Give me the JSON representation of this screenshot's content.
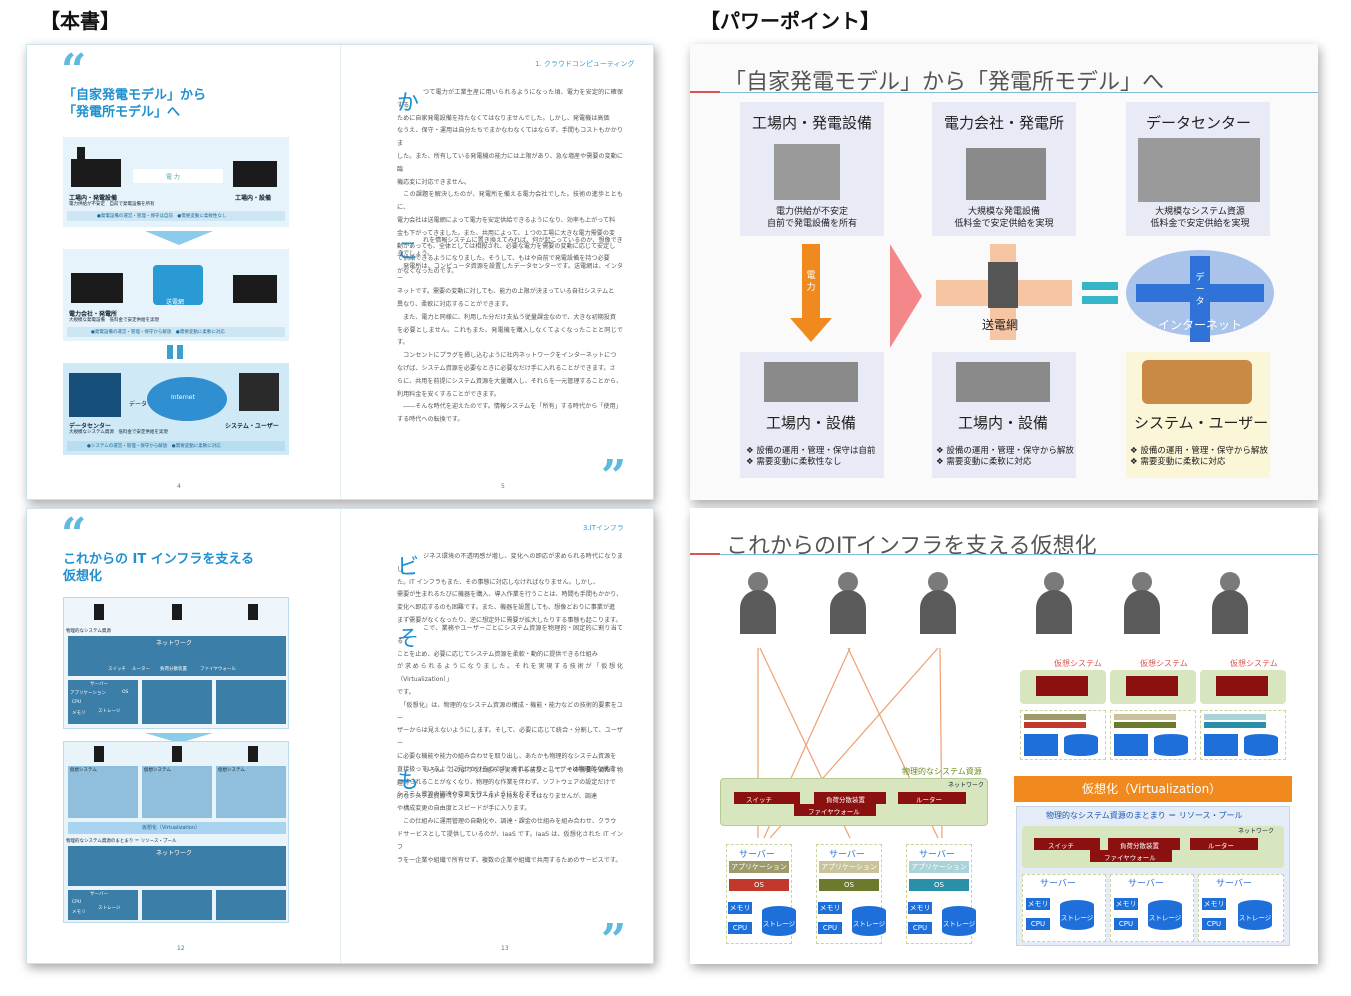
{
  "labels": {
    "book": "【本書】",
    "ppt": "【パワーポイント】"
  },
  "book1": {
    "quote_open": "“",
    "quote_close": "”",
    "chapter": "1. クラウドコンピューティング",
    "title1": "「自家発電モデル」から",
    "title2": "「発電所モデル」へ",
    "page_left": "4",
    "page_right": "5",
    "fig": {
      "denryoku": "電 力",
      "factory1_title": "工場内・発電設備",
      "factory1_sub": "電力供給が不安定　自前で発電設備を所有",
      "factory_right": "工場内・設備",
      "band1": "●発電設備の運営・管理・保守は自前　●需要変動に柔軟性なし",
      "grid": "送電網",
      "power_co": "電力会社・発電所",
      "power_co_sub": "大規模な発電設備　低料金で安定供給を実現",
      "band2": "●発電設備の運営・管理・保守から解放　●需要変動に柔軟に対応",
      "data": "データ",
      "internet": "Internet",
      "dc": "データセンター",
      "dc_sub": "大規模なシステム資源　低料金で安定供給を実現",
      "sysuser": "システム・ユーザー",
      "band3": "●システムの運営・管理・保守から解放　●需要変動に柔軟に対応"
    },
    "dc1": "か",
    "para1": "つて電力が工業生産に用いられるようになった頃、電力を安定的に確保する\nために自家発電設備を持たなくてはなりませんでした。しかし、発電機は高価\nなうえ、保守・運用は自分たちでまかなわなくてはならず、手間もコストもかかりま\nした。また、所有している発電機の能力には上限があり、急な増産や需要の変動に臨\n機応変に対応できません。\n　この課題を解決したのが、発電所を備える電力会社でした。技術の進歩とともに、\n電力会社は送電網によって電力を安定供給できるようになり、効率も上がって料\n金も下がってきました。また、共用によって、１つの工場に大きな電力需要の変\n動があっても、全体としては相殺され、必要な電力を需要の変動に応じて安定し\nて供給できるようになりました。そうして、もはや自前で発電設備を持つ必要\nがなくなったのです。",
    "dc2": "こ",
    "para2": "れを情報システムに置き換えてみれば、何が起こっているのか、想像でき\nるでしょう。\n　発電所は、コンピュータ資源を設置したデータセンターです。送電網は、インター\nネットです。需要の変動に対しても、能力の上限が決まっている自社システムと\n異なり、柔軟に対応することができます。\n　また、電力と同様に、利用した分だけ支払う従量課金なので、大きな初期投資\nを必要としません。これもまた、発電機を購入しなくてよくなったことと同じです。\n　コンセントにプラグを挿し込むように社内ネットワークをインターネットにつ\nなげば、システム資源を必要なときに必要なだけ手に入れることができます。さ\nらに、共用を前提にシステム資源を大量購入し、それらを一元管理することから、\n利用料金を安くすることができます。\n　――そんな時代を迎えたのです。情報システムを「所有」する時代から「使用」\nする時代への転換です。"
  },
  "book2": {
    "quote_open": "“",
    "quote_close": "”",
    "chapter": "3.ITインフラ",
    "title1": "これからの IT インフラを支える",
    "title2": "仮想化",
    "page_left": "12",
    "page_right": "13",
    "fig": {
      "phys": "物理的なシステム資源",
      "network": "ネットワーク",
      "switch": "スイッチ",
      "router": "ルーター",
      "lb": "負荷分散装置",
      "fw": "ファイヤウォール",
      "server": "サーバー",
      "app": "アプリケーション",
      "os": "OS",
      "cpu": "CPU",
      "mem": "メモリ",
      "storage": "ストレージ",
      "vsys": "仮想システム",
      "virt": "仮想化（Virtualization）",
      "pool": "物理的なシステム資源のまとまり ＝ リソース・プール"
    },
    "dc1": "ビ",
    "para1": "ジネス環境の不透明感が増し、変化への即応が求められる時代になりまし\nた。IT インフラもまた、その事態に対応しなければなりません。しかし、\n需要が生まれるたびに機器を購入、導入作業を行うことは、時間も手間もかかり、\n変化へ即応するのも困難です。また、機器を設置しても、想像どおりに事業が進\nまず需要がなくなったり、逆に想定外に需要が拡大したりする事態も起こります。",
    "dc2": "そ",
    "para2": "こで、業務やユーザーごとにシステム資源を物理的・固定的に割り当てる\nことを止め、必要に応じてシステム資源を柔軟・動的に提供できる仕組み\nが求められるようになりました。それを実現する技術が「仮想化（Virtualization）」\nです。\n　「仮想化」は、物理的なシステム資源の構成・機能・能力などの技術的要素をユー\nザーからは見えないようにします。そして、必要に応じて統合・分割して、ユーザー\nに必要な機能や能力の組み合わせを取り出し、あたかも物理的なシステム資源を\n直接扱っているように見せかけるのです。それにより、ユーザーは物理的な構成\nに縛られることがなくなり、物理的な作業を伴わず、ソフトウェアの設定だけで\nシステム資源の調達や変更を行えるようになります。",
    "dc3": "も",
    "para3": "ちろん、このような仕組みを実現する前提として、その需要を満たす物理\n的なシステム資源（リソースプール）を持たなくてはなりませんが、調達\nや構成変更の自由度とスピードが手に入ります。\n　この仕組みに運用管理の自動化や、調達・課金の仕組みを組み合わせ、クラウ\nドサービスとして提供しているのが、IaaS です。IaaS は、仮想化された IT インフ\nラを一企業や組織で所有せず、複数の企業や組織で共用するためのサービスです。"
  },
  "ppt1": {
    "title": "「自家発電モデル」から「発電所モデル」へ",
    "col1_head": "工場内・発電設備",
    "col1_sub": "電力供給が不安定\n自前で発電設備を所有",
    "denryoku": "電\n力",
    "col1_bottom": "工場内・設備",
    "col1_bullets": "❖ 設備の運用・管理・保守は自前\n❖ 需要変動に柔軟性なし",
    "col2_head": "電力会社・発電所",
    "col2_sub": "大規模な発電設備\n低料金で安定供給を実現",
    "grid": "送電網",
    "col2_bottom": "工場内・設備",
    "col2_bullets": "❖ 設備の運用・管理・保守から解放\n❖ 需要変動に柔軟に対応",
    "col3_head": "データセンター",
    "col3_sub": "大規模なシステム資源\n低料金で安定供給を実現",
    "data": "データ",
    "internet": "インターネット",
    "col3_bottom": "システム・ユーザー",
    "col3_bullets": "❖ 設備の運用・管理・保守から解放\n❖ 需要変動に柔軟に対応"
  },
  "ppt2": {
    "title": "これからのITインフラを支える仮想化",
    "phys": "物理的なシステム資源",
    "network": "ネットワーク",
    "switch": "スイッチ",
    "lb": "負荷分散装置",
    "router": "ルーター",
    "fw": "ファイヤウォール",
    "server": "サーバー",
    "app": "アプリケーション",
    "os": "OS",
    "mem": "メモリ",
    "cpu": "CPU",
    "storage": "ストレージ",
    "vsys": "仮想システム",
    "virt": "仮想化（Virtualization）",
    "pool": "物理的なシステム資源のまとまり ＝ リソース・プール"
  }
}
